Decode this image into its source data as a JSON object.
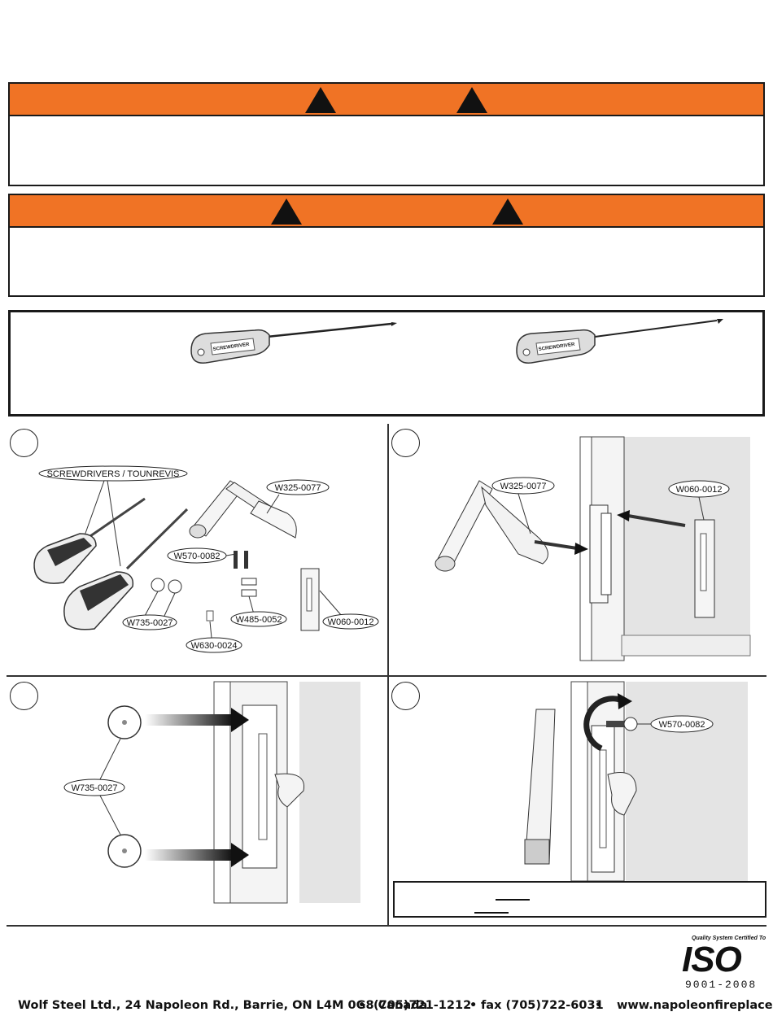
{
  "labels": {
    "panel1": {
      "screwdrivers": "SCREWDRIVERS / TOUNREVIS",
      "p1": "W325-0077",
      "p2": "W570-0082",
      "p3": "W735-0027",
      "p4": "W485-0052",
      "p5": "W060-0012",
      "p6": "W630-0024"
    },
    "panel2": {
      "left": "W325-0077",
      "right": "W060-0012"
    },
    "panel3": {
      "washer": "W735-0027"
    },
    "panel4": {
      "screw": "W570-0082"
    }
  },
  "tools": {
    "handle_text": "SCREWDRIVER"
  },
  "iso": {
    "top": "Quality System Certified To",
    "main": "ISO",
    "num": "9001-2008"
  },
  "footer": {
    "address": "Wolf Steel Ltd., 24 Napoleon Rd., Barrie, ON L4M 0G8 Canada",
    "bullet": "•",
    "phone": "(705)721-1212",
    "fax": "fax (705)722-6031",
    "website": "www.napoleonfireplaces.com"
  },
  "colors": {
    "warning_orange": "#f07325",
    "border": "#1a1a1a"
  },
  "icons": {
    "warning": "warning-triangle-icon"
  }
}
